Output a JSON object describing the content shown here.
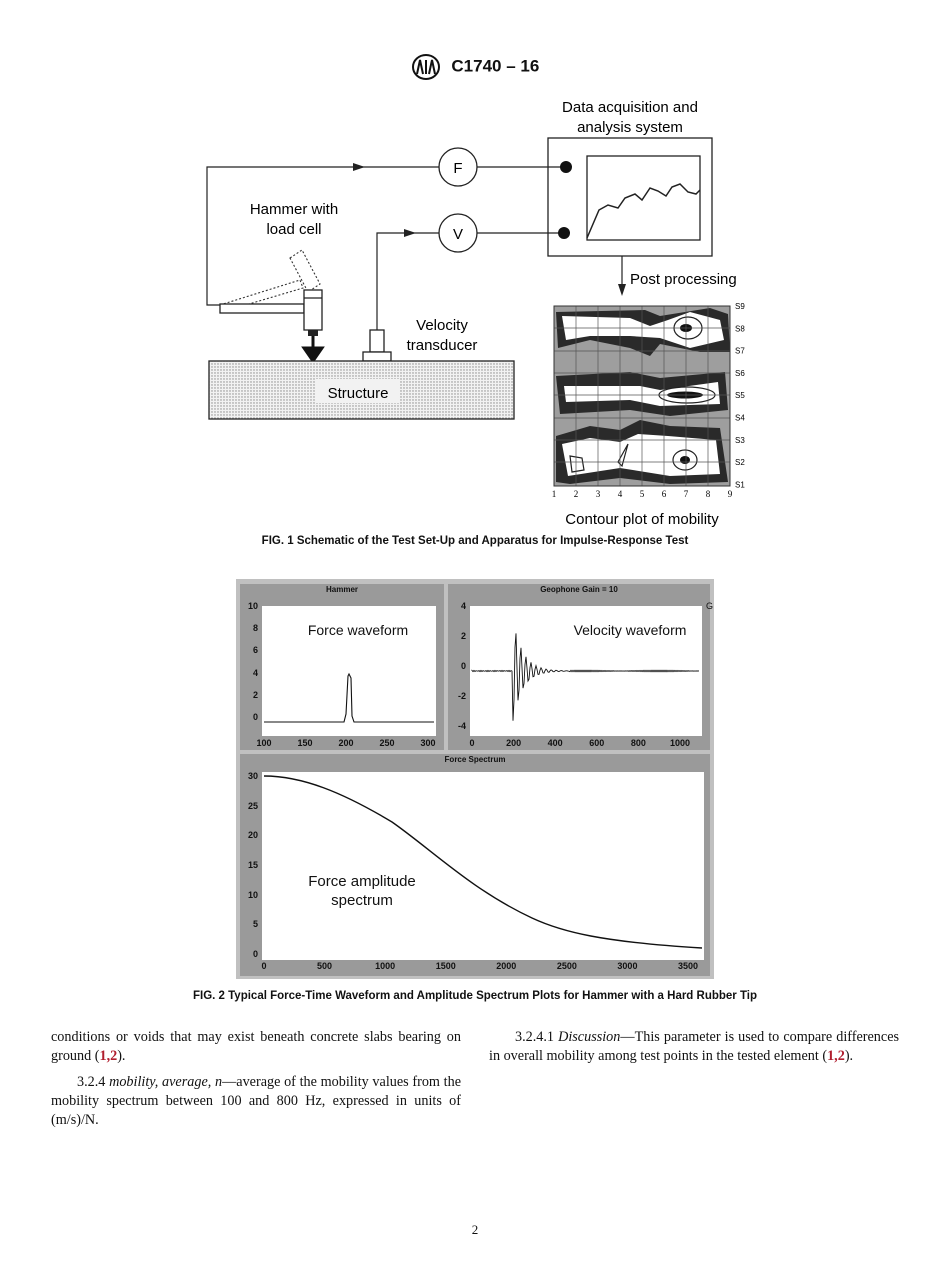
{
  "header": {
    "logo": "ASTM logo",
    "designation": "C1740 – 16"
  },
  "figure1": {
    "labels": {
      "daq": [
        "Data acquisition and",
        "analysis system"
      ],
      "hammer": [
        "Hammer with",
        "load cell"
      ],
      "velocity": [
        "Velocity",
        "transducer"
      ],
      "structure": "Structure",
      "post": "Post processing",
      "contour": "Contour plot of mobility",
      "force_circle": "F",
      "velocity_circle": "V"
    },
    "contour_x_ticks": [
      "1",
      "2",
      "3",
      "4",
      "5",
      "6",
      "7",
      "8",
      "9"
    ],
    "contour_y_ticks": [
      "S9",
      "S8",
      "S7",
      "S6",
      "S5",
      "S4",
      "S3",
      "S2",
      "S1"
    ],
    "caption": "FIG. 1 Schematic of the Test Set-Up and Apparatus for Impulse-Response Test"
  },
  "figure2": {
    "hammer_panel": {
      "title": "Hammer",
      "label": "Force waveform",
      "x_ticks": [
        "100",
        "150",
        "200",
        "250",
        "300"
      ],
      "y_ticks": [
        "10",
        "8",
        "6",
        "4",
        "2",
        "0"
      ]
    },
    "geophone_panel": {
      "title": "Geophone Gain = 10",
      "side_letter": "G",
      "label": "Velocity waveform",
      "x_ticks": [
        "0",
        "200",
        "400",
        "600",
        "800",
        "1000"
      ],
      "y_ticks": [
        "4",
        "2",
        "0",
        "-2",
        "-4"
      ]
    },
    "spectrum_panel": {
      "title": "Force Spectrum",
      "label": [
        "Force amplitude",
        "spectrum"
      ],
      "x_ticks": [
        "0",
        "500",
        "1000",
        "1500",
        "2000",
        "2500",
        "3000",
        "3500"
      ],
      "y_ticks": [
        "30",
        "25",
        "20",
        "15",
        "10",
        "5",
        "0"
      ]
    },
    "caption": "FIG. 2 Typical Force-Time Waveform and Amplitude Spectrum Plots for Hammer with a Hard Rubber Tip"
  },
  "body": {
    "left": {
      "p1_text": "conditions or voids that may exist beneath concrete slabs bearing on ground (",
      "p1_refs": "1,2",
      "p1_end": ").",
      "p2_num": "3.2.4 ",
      "p2_term": "mobility, average, n",
      "p2_text": "—average of the mobility values from the mobility spectrum between 100 and 800 Hz, expressed in units of (m/s)/N."
    },
    "right": {
      "p1_num": "3.2.4.1 ",
      "p1_term": "Discussion",
      "p1_text": "—This parameter is used to compare differences in overall mobility among test points in the tested element (",
      "p1_refs": "1,2",
      "p1_end": ")."
    }
  },
  "page_number": "2"
}
